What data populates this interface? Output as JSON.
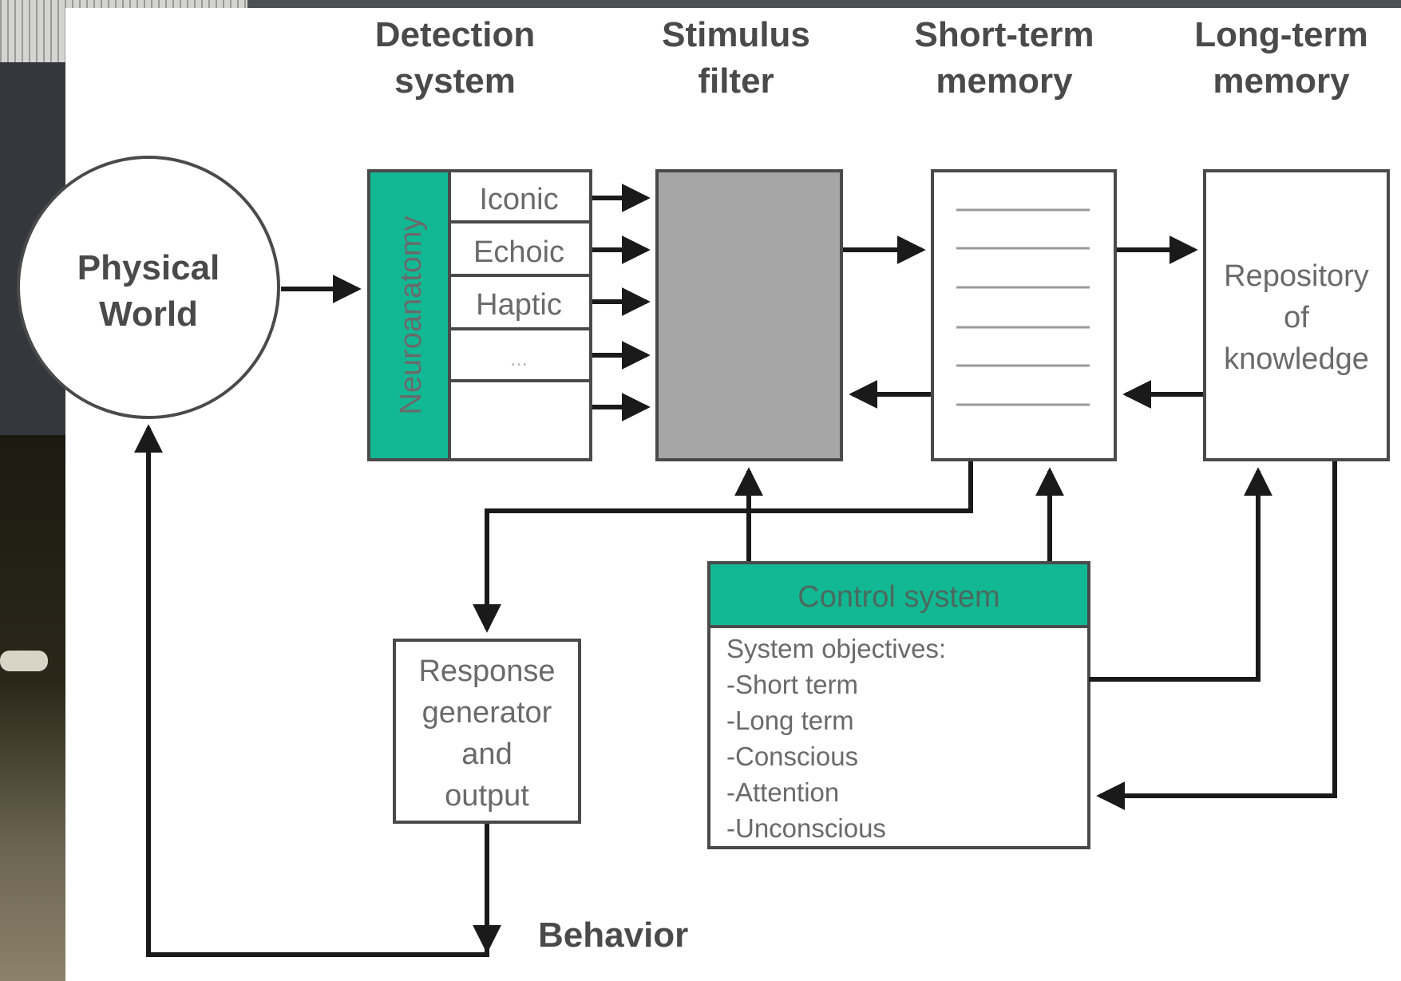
{
  "headers": {
    "detection": [
      "Detection",
      "system"
    ],
    "stimulus": [
      "Stimulus",
      "filter"
    ],
    "short_term": [
      "Short-term",
      "memory"
    ],
    "long_term": [
      "Long-term",
      "memory"
    ]
  },
  "physical_world": [
    "Physical",
    "World"
  ],
  "neuroanatomy": "Neuroanatomy",
  "senses": [
    "Iconic",
    "Echoic",
    "Haptic",
    "...",
    ""
  ],
  "repository": [
    "Repository",
    "of",
    "knowledge"
  ],
  "control_system": {
    "title": "Control system",
    "objectives": [
      "System objectives:",
      "-Short term",
      "-Long term",
      "-Conscious",
      "-Attention",
      "-Unconscious"
    ]
  },
  "response": [
    "Response",
    "generator",
    "and",
    "output"
  ],
  "behavior": "Behavior",
  "colors": {
    "teal": "#12b894",
    "filter_gray": "#a6a6a6"
  }
}
